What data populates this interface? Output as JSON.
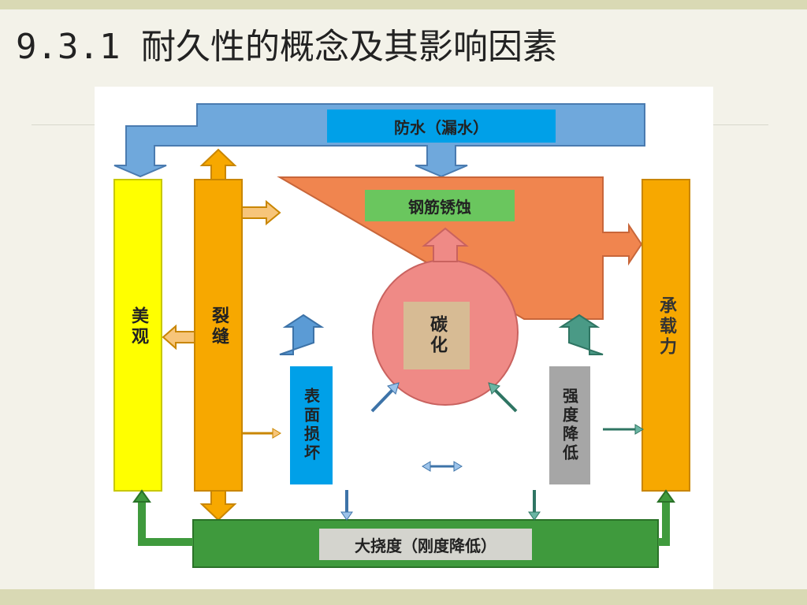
{
  "slide": {
    "title": "9.3.1 耐久性的概念及其影响因素"
  },
  "diagram": {
    "nodes": {
      "waterproof": "防水（漏水）",
      "rebar_corrosion": "钢筋锈蚀",
      "appearance": "美观",
      "cracks": "裂缝",
      "carbonation": "碳化",
      "surface_damage": "表面损坏",
      "strength_reduction": "强度降低",
      "bearing_capacity": "承载力",
      "large_deflection": "大挠度（刚度降低）"
    },
    "colors": {
      "blue": "#6fa8dc",
      "orange": "#f0854f",
      "yellow": "#ffff00",
      "amber": "#f7a800",
      "pink": "#ef8a86",
      "teal": "#4a9a86",
      "green": "#3f9a3d",
      "label_blue": "#00a0e8",
      "label_green": "#6ac65e",
      "label_tan": "#d7bb94",
      "label_gray": "#a6a6a6"
    }
  }
}
